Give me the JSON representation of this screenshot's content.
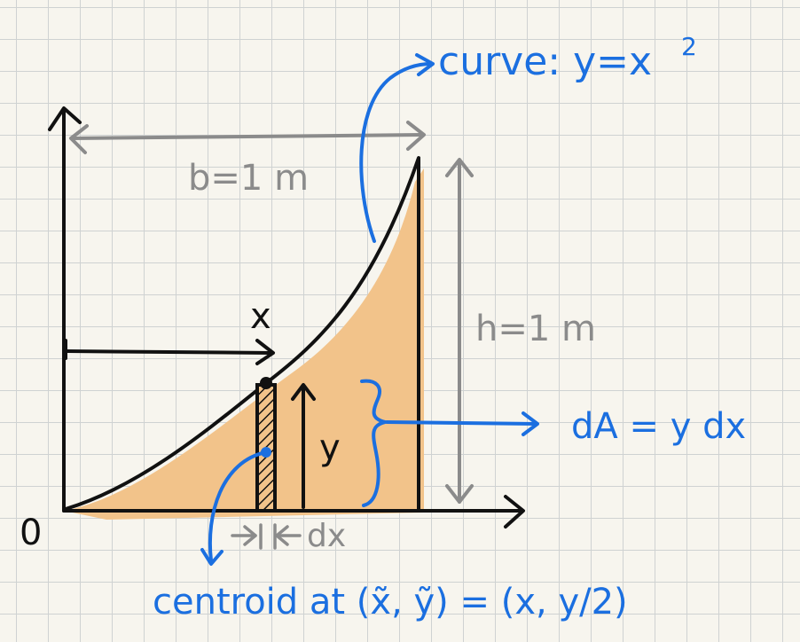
{
  "labels": {
    "curve": "curve: y=x",
    "curve_exp": "2",
    "width": "b=1 m",
    "height": "h=1 m",
    "x_dist": "x",
    "strip_height": "y",
    "origin": "0",
    "dx": "dx",
    "dA": "dA = y dx",
    "centroid": "centroid at  (x̃, ỹ) = (x, y/2)"
  },
  "colors": {
    "fill": "#f2c38a",
    "blue": "#1b6fe0",
    "gray": "#8b8b8b",
    "ink": "#111111"
  }
}
